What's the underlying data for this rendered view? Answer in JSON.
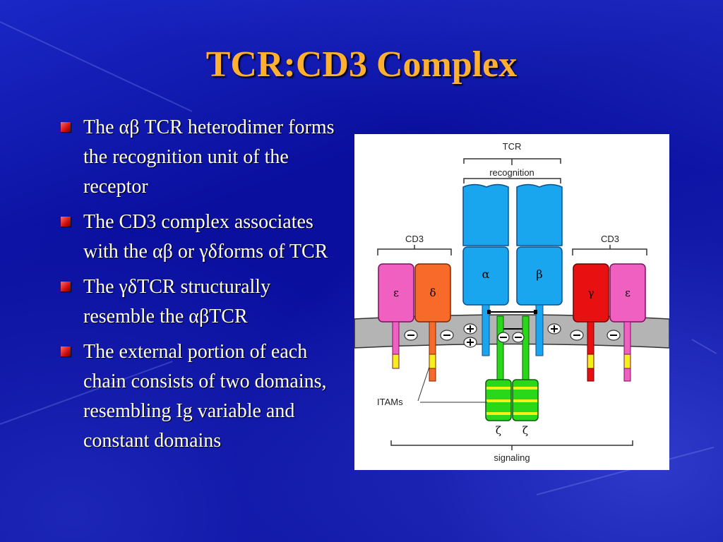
{
  "slide": {
    "title": "TCR:CD3 Complex",
    "bullets": [
      "The αβ TCR heterodimer forms the recognition unit of the receptor",
      "The CD3 complex associates with the αβ or γδforms of TCR",
      "The γδTCR structurally resemble the αβTCR",
      "The external portion of each chain consists of two domains, resembling Ig variable and constant domains"
    ]
  },
  "figure": {
    "labels": {
      "tcr": "TCR",
      "recognition": "recognition",
      "cd3_left": "CD3",
      "cd3_right": "CD3",
      "itams": "ITAMs",
      "signaling": "signaling"
    },
    "chains": {
      "epsilon_left": "ε",
      "delta": "δ",
      "alpha": "α",
      "beta": "β",
      "gamma": "γ",
      "epsilon_right": "ε",
      "zeta_left": "ζ",
      "zeta_right": "ζ"
    },
    "colors": {
      "epsilon": "#f060c0",
      "delta": "#f86a2a",
      "tcr": "#1aa6ee",
      "gamma": "#e81010",
      "zeta": "#2ad81a",
      "membrane": "#b4b4b4",
      "itam": "#f4f01a"
    }
  }
}
